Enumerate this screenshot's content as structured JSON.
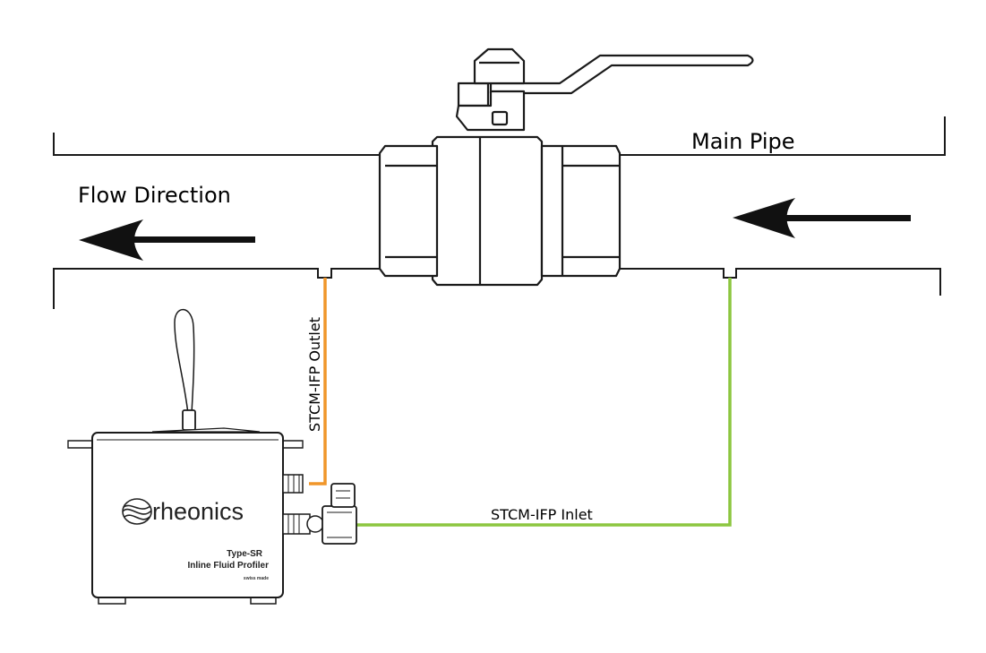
{
  "labels": {
    "main_pipe": "Main Pipe",
    "flow_direction": "Flow Direction",
    "outlet": "STCM-IFP Outlet",
    "inlet": "STCM-IFP Inlet"
  },
  "device": {
    "brand": "rheonics",
    "type": "Type-SR",
    "name": "Inline Fluid Profiler",
    "footnote": "swiss made"
  },
  "colors": {
    "outlet_line": "#f0962a",
    "inlet_line": "#8cc63f",
    "outline": "#1a1a1a"
  }
}
